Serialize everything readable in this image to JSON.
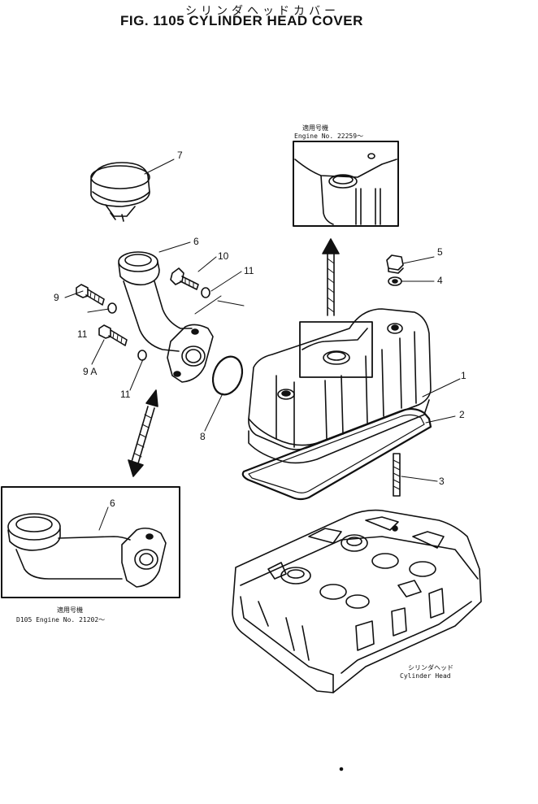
{
  "figure": {
    "title_jp": "シリンダヘッドカバー",
    "title_en": "FIG. 1105  CYLINDER HEAD COVER"
  },
  "inset_top": {
    "note_jp": "適用号機",
    "note_en": "Engine  No.  22259～"
  },
  "inset_left": {
    "part_label": "6",
    "note_jp": "適用号機",
    "note_en": "D105 Engine No. 21202～"
  },
  "cylinder_head": {
    "label_jp": "シリンダヘッド",
    "label_en": "Cylinder  Head"
  },
  "callouts": {
    "c1": "1",
    "c2": "2",
    "c3": "3",
    "c4": "4",
    "c5": "5",
    "c6": "6",
    "c7": "7",
    "c8": "8",
    "c9": "9",
    "c9a": "9 A",
    "c10": "10",
    "c11a": "11",
    "c11b": "11",
    "c11c": "11"
  }
}
